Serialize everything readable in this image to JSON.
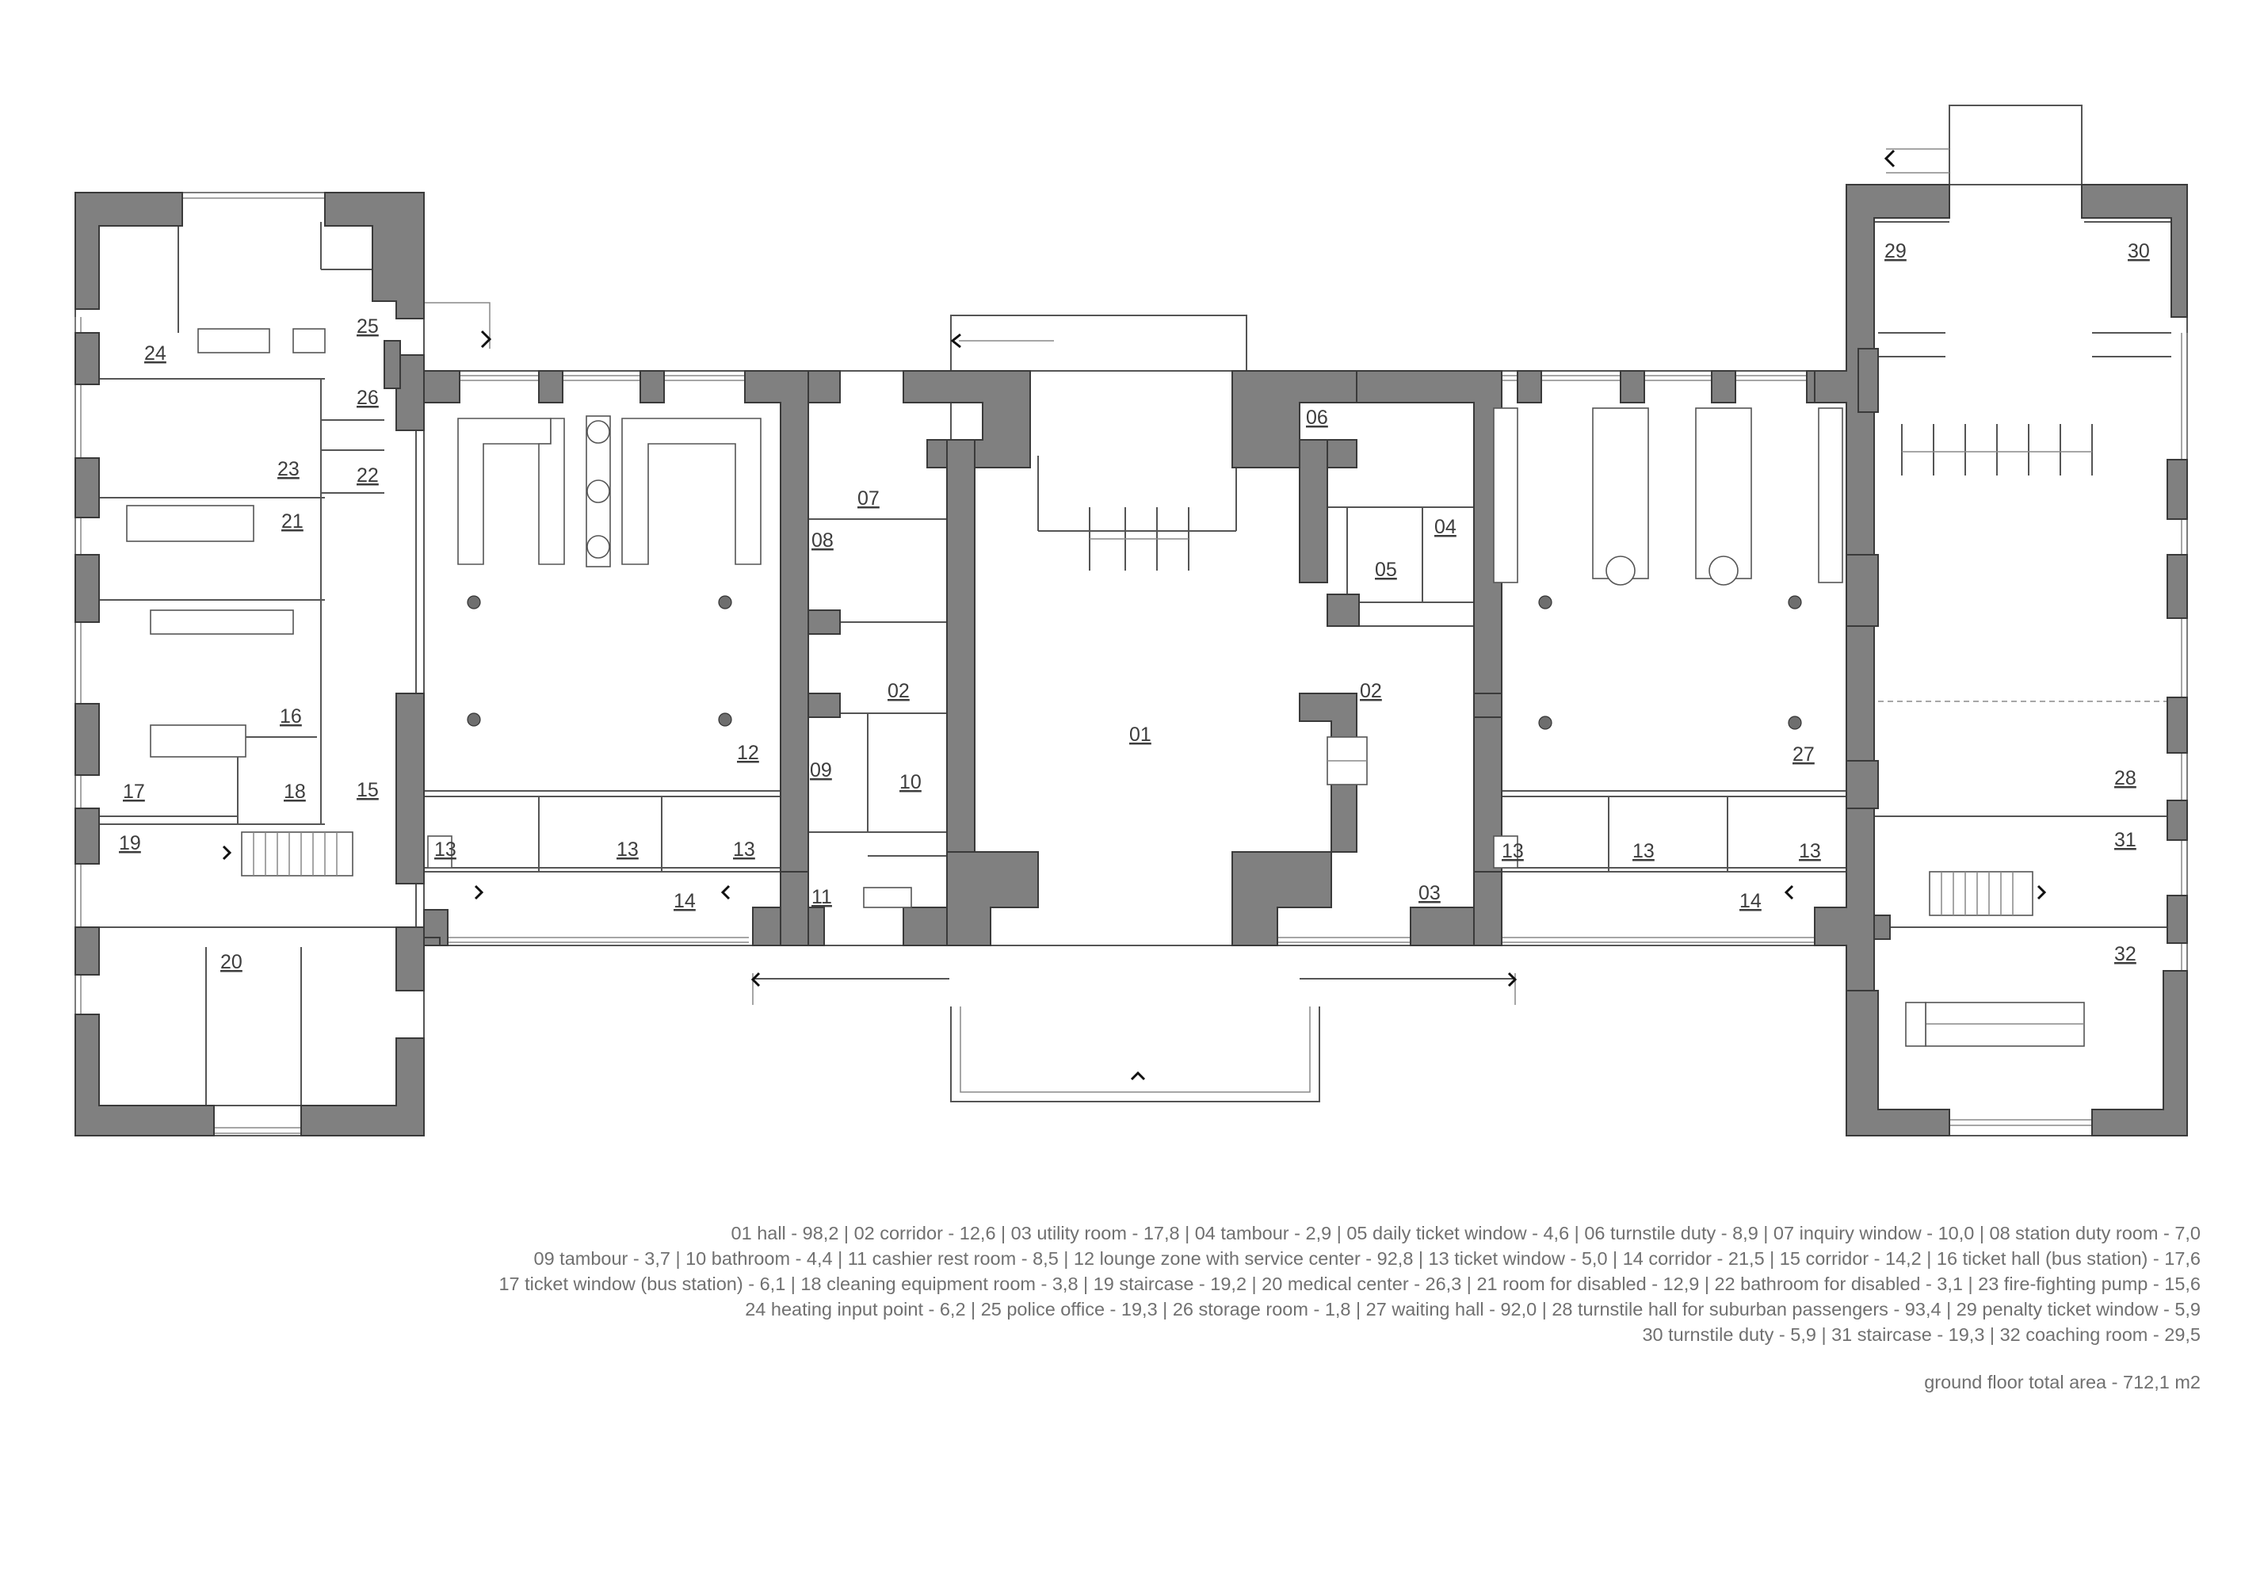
{
  "rooms": [
    {
      "id": "01"
    },
    {
      "id": "02"
    },
    {
      "id": "03"
    },
    {
      "id": "04"
    },
    {
      "id": "05"
    },
    {
      "id": "06"
    },
    {
      "id": "07"
    },
    {
      "id": "08"
    },
    {
      "id": "09"
    },
    {
      "id": "10"
    },
    {
      "id": "11"
    },
    {
      "id": "12"
    },
    {
      "id": "13"
    },
    {
      "id": "14"
    },
    {
      "id": "15"
    },
    {
      "id": "16"
    },
    {
      "id": "17"
    },
    {
      "id": "18"
    },
    {
      "id": "19"
    },
    {
      "id": "20"
    },
    {
      "id": "21"
    },
    {
      "id": "22"
    },
    {
      "id": "23"
    },
    {
      "id": "24"
    },
    {
      "id": "25"
    },
    {
      "id": "26"
    },
    {
      "id": "27"
    },
    {
      "id": "28"
    },
    {
      "id": "29"
    },
    {
      "id": "30"
    },
    {
      "id": "31"
    },
    {
      "id": "32"
    }
  ],
  "legend": {
    "lines": [
      "01 hall - 98,2 | 02 corridor - 12,6 | 03 utility room - 17,8 | 04 tambour - 2,9 | 05 daily ticket window - 4,6 | 06 turnstile duty - 8,9 | 07 inquiry window - 10,0 | 08 station duty room - 7,0",
      "09 tambour - 3,7 | 10 bathroom - 4,4 | 11 cashier rest room - 8,5 | 12 lounge zone with service center - 92,8 | 13 ticket window - 5,0 | 14 corridor - 21,5 | 15 corridor - 14,2 | 16 ticket hall (bus station) - 17,6",
      "17 ticket window (bus station) - 6,1 | 18 cleaning equipment room - 3,8 | 19 staircase - 19,2 | 20 medical center - 26,3 | 21 room for disabled - 12,9 | 22 bathroom for disabled - 3,1 | 23 fire-fighting pump - 15,6",
      "24 heating input point - 6,2 | 25 police office - 19,3 | 26 storage room  - 1,8 | 27 waiting hall - 92,0 | 28 turnstile hall for suburban passengers - 93,4 | 29 penalty ticket window - 5,9",
      "30 turnstile duty - 5,9 | 31 staircase - 19,3 | 32 coaching room - 29,5"
    ],
    "total": "ground floor total area - 712,1 m2"
  }
}
